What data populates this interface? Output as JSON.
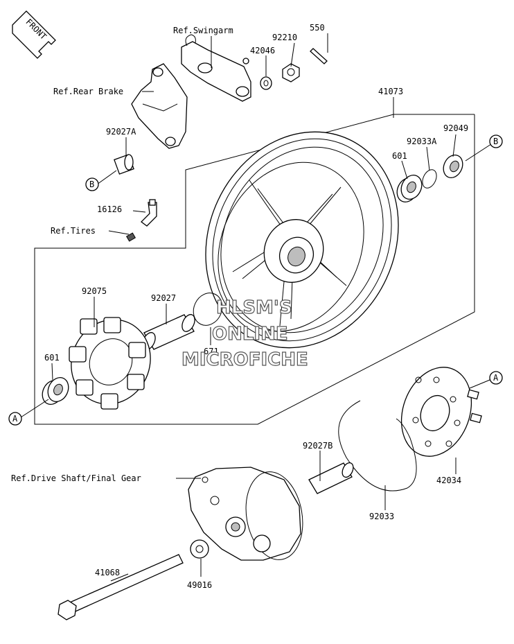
{
  "front_tag": "FRONT",
  "callouts": {
    "a": "A",
    "b": "B"
  },
  "labels": {
    "ref_swingarm": "Ref.Swingarm",
    "p550": "550",
    "p92210": "92210",
    "p42046": "42046",
    "ref_rear_brake": "Ref.Rear Brake",
    "p41073": "41073",
    "p92027a": "92027A",
    "p92049": "92049",
    "p92033a": "92033A",
    "p601_top": "601",
    "p16126": "16126",
    "ref_tires": "Ref.Tires",
    "p92075": "92075",
    "p92027": "92027",
    "p671": "671",
    "p601_left": "601",
    "p92027b": "92027B",
    "ref_drive_shaft": "Ref.Drive Shaft/Final Gear",
    "p42034": "42034",
    "p92033": "92033",
    "p41068": "41068",
    "p49016": "49016"
  },
  "watermark": {
    "line1": "HLSM'S",
    "line2": "ONLINE",
    "line3": "MICROFICHE"
  }
}
